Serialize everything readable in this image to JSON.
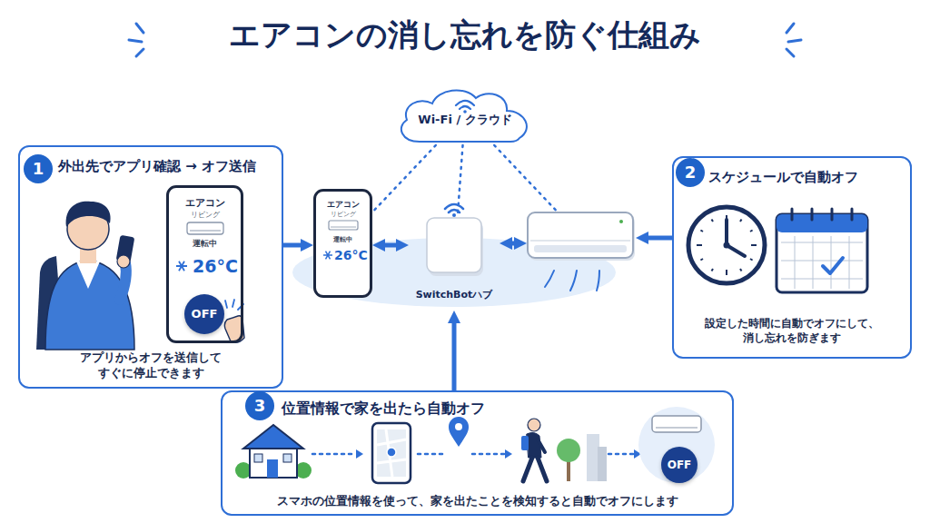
{
  "diagram": {
    "title": "エアコンの消し忘れを防ぐ仕組み",
    "nodes": [
      {
        "text": [
          "外出先でアプリ確認 → オフ送信",
          "アプリからオフを送信して すぐに停止できます"
        ]
      },
      {
        "text": [
          "エアコン",
          "リビング",
          "運転中",
          "26°C"
        ],
        "in": 0
      },
      {
        "text": [
          "OFF"
        ],
        "in": 1
      },
      {
        "text": [
          "エアコン",
          "リビング",
          "運転中",
          "26°C"
        ]
      },
      {
        "text": [
          "Wi-Fi / クラウド"
        ]
      },
      {
        "text": [
          "SwitchBotハブ"
        ]
      },
      {
        "text": []
      },
      {
        "text": [
          "スケジュールで自動オフ",
          "設定した時間に自動でオフにして、 消し忘れを防ぎます"
        ]
      },
      {
        "text": [
          "位置情報で家を出たら自動オフ",
          "スマホの位置情報を使って、家を出たことを検知すると自動でオフにします"
        ]
      },
      {
        "text": [
          "OFF"
        ],
        "in": 8
      }
    ],
    "edges": [
      {
        "from": 0,
        "to": 3,
        "arrow": "to"
      },
      {
        "from": 3,
        "to": 5,
        "arrow": "both"
      },
      {
        "from": 5,
        "to": 6,
        "arrow": "both"
      },
      {
        "from": 7,
        "to": 6,
        "arrow": "to"
      },
      {
        "from": 8,
        "to": 5,
        "arrow": "to"
      },
      {
        "from": 4,
        "to": 3,
        "arrow": "none"
      },
      {
        "from": 4,
        "to": 5,
        "arrow": "none"
      },
      {
        "from": 4,
        "to": 6,
        "arrow": "none"
      }
    ],
    "labels": [
      "1",
      "2",
      "3"
    ]
  }
}
